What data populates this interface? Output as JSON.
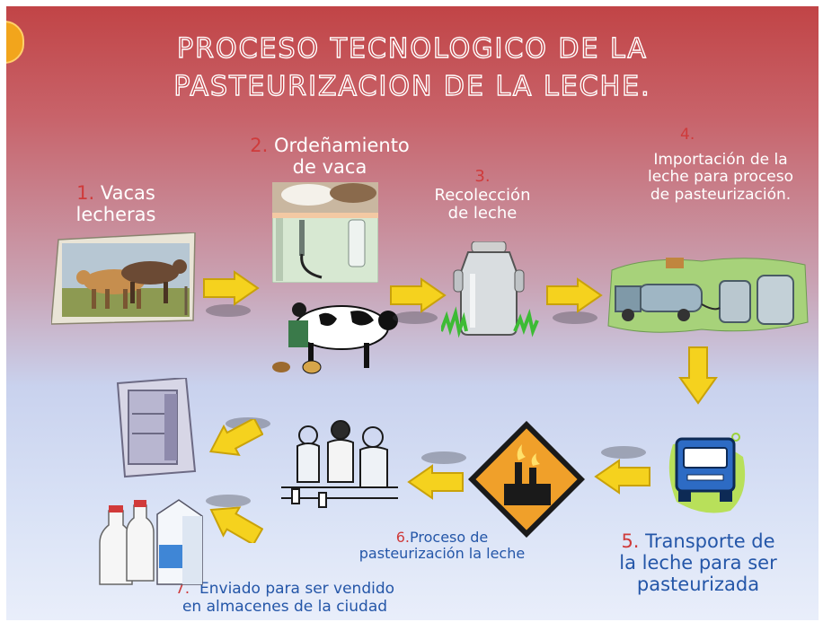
{
  "title": {
    "line1": "PROCESO TECNOLOGICO DE LA",
    "line2": "PASTEURIZACION DE LA LECHE."
  },
  "steps": [
    {
      "num": "1.",
      "text_line1": "Vacas",
      "text_line2": "lecheras"
    },
    {
      "num": "2.",
      "text_line1": "Ordeñamiento",
      "text_line2": "de vaca"
    },
    {
      "num": "3.",
      "text_line1": "Recolección",
      "text_line2": "de leche"
    },
    {
      "num": "4.",
      "text_line1": "Importación de la",
      "text_line2": "leche para  proceso",
      "text_line3": "de pasteurización."
    },
    {
      "num": "5.",
      "text_line1": "Transporte de",
      "text_line2": "la leche para ser",
      "text_line3": "pasteurizada"
    },
    {
      "num": "6.",
      "text_line1": "Proceso de",
      "text_line2": "pasteurización la leche"
    },
    {
      "num": "7.",
      "text_line1": "Enviado para ser vendido",
      "text_line2": "en almacenes de la ciudad"
    }
  ],
  "colors": {
    "arrow": "#f5d21e",
    "number": "#cf3b3b",
    "lower_text": "#2456a8"
  }
}
